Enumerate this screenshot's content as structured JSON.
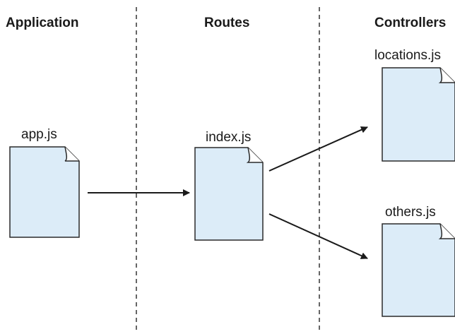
{
  "sections": {
    "application": "Application",
    "routes": "Routes",
    "controllers": "Controllers"
  },
  "files": {
    "app": "app.js",
    "index": "index.js",
    "locations": "locations.js",
    "others": "others.js"
  },
  "colors": {
    "file_fill": "#dcecf8",
    "file_stroke": "#2a2a2a",
    "arrow": "#1a1a1a",
    "divider": "#333333"
  }
}
